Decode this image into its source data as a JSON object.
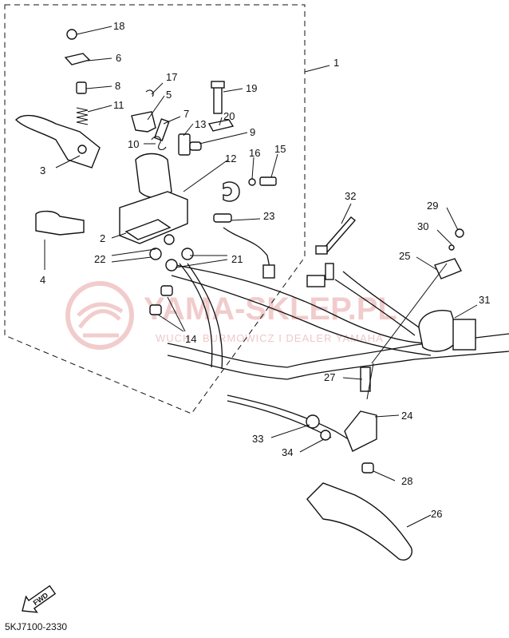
{
  "diagram": {
    "callouts": [
      {
        "id": "c18",
        "text": "18"
      },
      {
        "id": "c6",
        "text": "6"
      },
      {
        "id": "c1",
        "text": "1"
      },
      {
        "id": "c8",
        "text": "8"
      },
      {
        "id": "c17",
        "text": "17"
      },
      {
        "id": "c19",
        "text": "19"
      },
      {
        "id": "c11",
        "text": "11"
      },
      {
        "id": "c5",
        "text": "5"
      },
      {
        "id": "c7",
        "text": "7"
      },
      {
        "id": "c20",
        "text": "20"
      },
      {
        "id": "c13",
        "text": "13"
      },
      {
        "id": "c10",
        "text": "10"
      },
      {
        "id": "c9",
        "text": "9"
      },
      {
        "id": "c3",
        "text": "3"
      },
      {
        "id": "c16",
        "text": "16"
      },
      {
        "id": "c15",
        "text": "15"
      },
      {
        "id": "c12",
        "text": "12"
      },
      {
        "id": "c23",
        "text": "23"
      },
      {
        "id": "c32",
        "text": "32"
      },
      {
        "id": "c29",
        "text": "29"
      },
      {
        "id": "c30",
        "text": "30"
      },
      {
        "id": "c2",
        "text": "2"
      },
      {
        "id": "c25",
        "text": "25"
      },
      {
        "id": "c22",
        "text": "22"
      },
      {
        "id": "c21",
        "text": "21"
      },
      {
        "id": "c4",
        "text": "4"
      },
      {
        "id": "c31",
        "text": "31"
      },
      {
        "id": "c14",
        "text": "14"
      },
      {
        "id": "c27",
        "text": "27"
      },
      {
        "id": "c24",
        "text": "24"
      },
      {
        "id": "c33",
        "text": "33"
      },
      {
        "id": "c34",
        "text": "34"
      },
      {
        "id": "c28",
        "text": "28"
      },
      {
        "id": "c26",
        "text": "26"
      }
    ],
    "fwd_label": "FWD",
    "drawing_code": "5KJ7100-2330",
    "watermark": {
      "main": "YAMA-SKLEP.PL",
      "sub": "WUCH · BURMOWICZ I DEALER YAMAHA",
      "color": "#e7a3a3"
    }
  }
}
